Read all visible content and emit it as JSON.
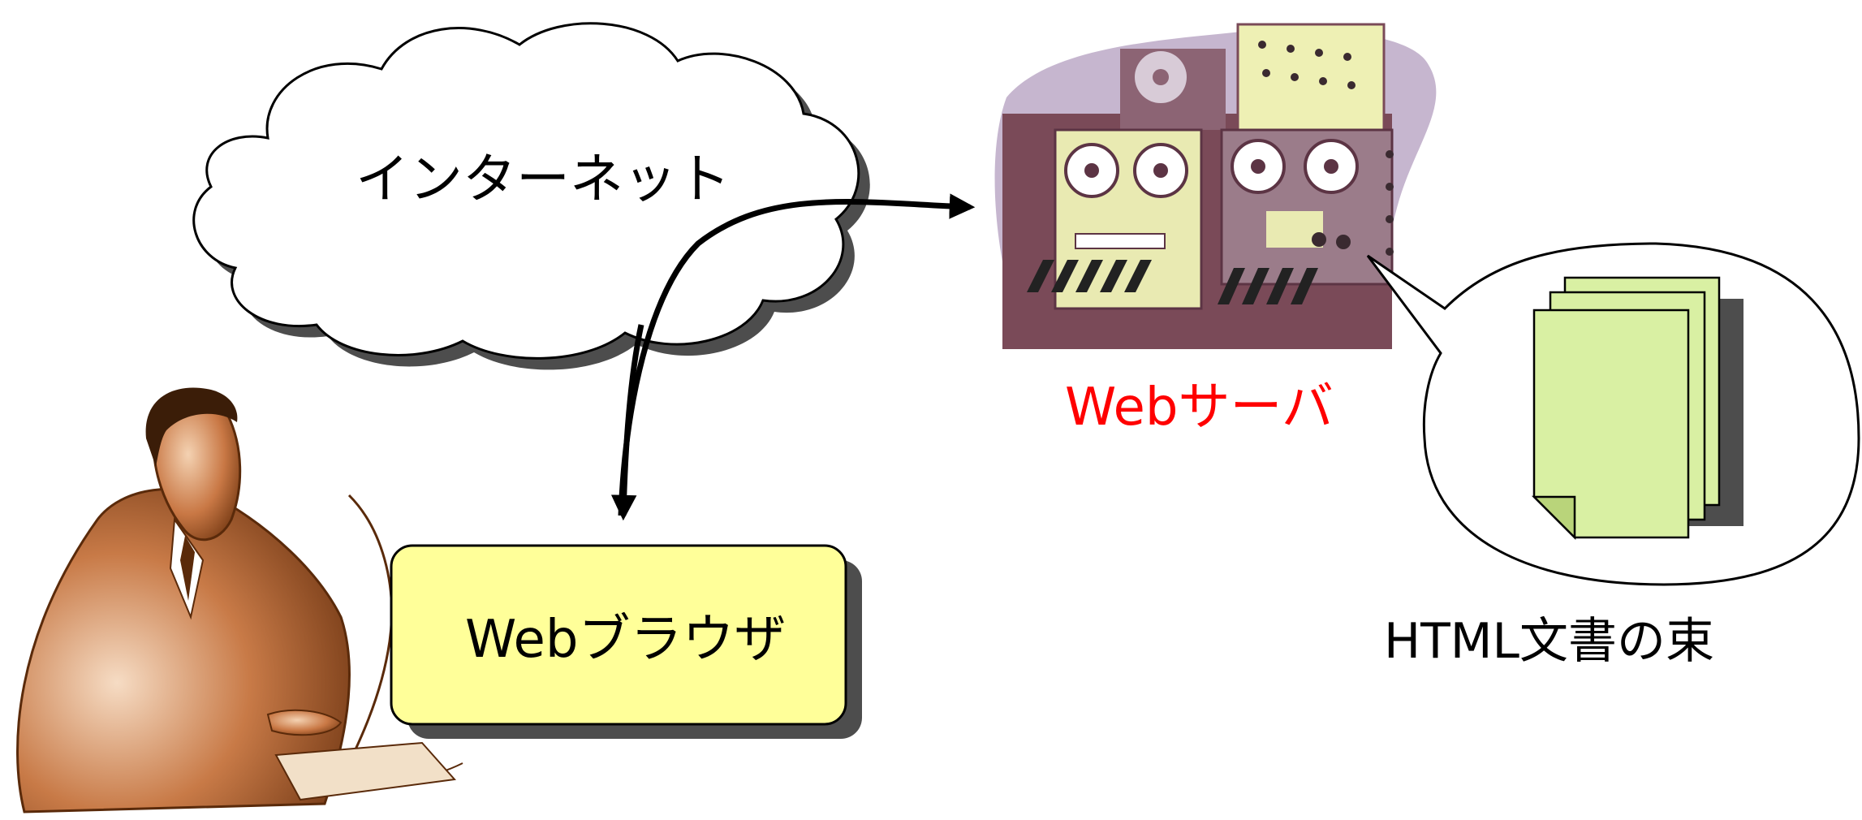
{
  "diagram": {
    "cloud": {
      "label": "インターネット"
    },
    "server": {
      "label": "Webサーバ",
      "label_color": "#ff0000"
    },
    "browser": {
      "label": "Webブラウザ",
      "box_color": "#ffff99"
    },
    "documents": {
      "label": "HTML文書の束",
      "page_color": "#d9f0a3"
    },
    "icons": [
      "person-at-computer-icon",
      "web-server-machine-icon",
      "document-stack-icon"
    ]
  }
}
